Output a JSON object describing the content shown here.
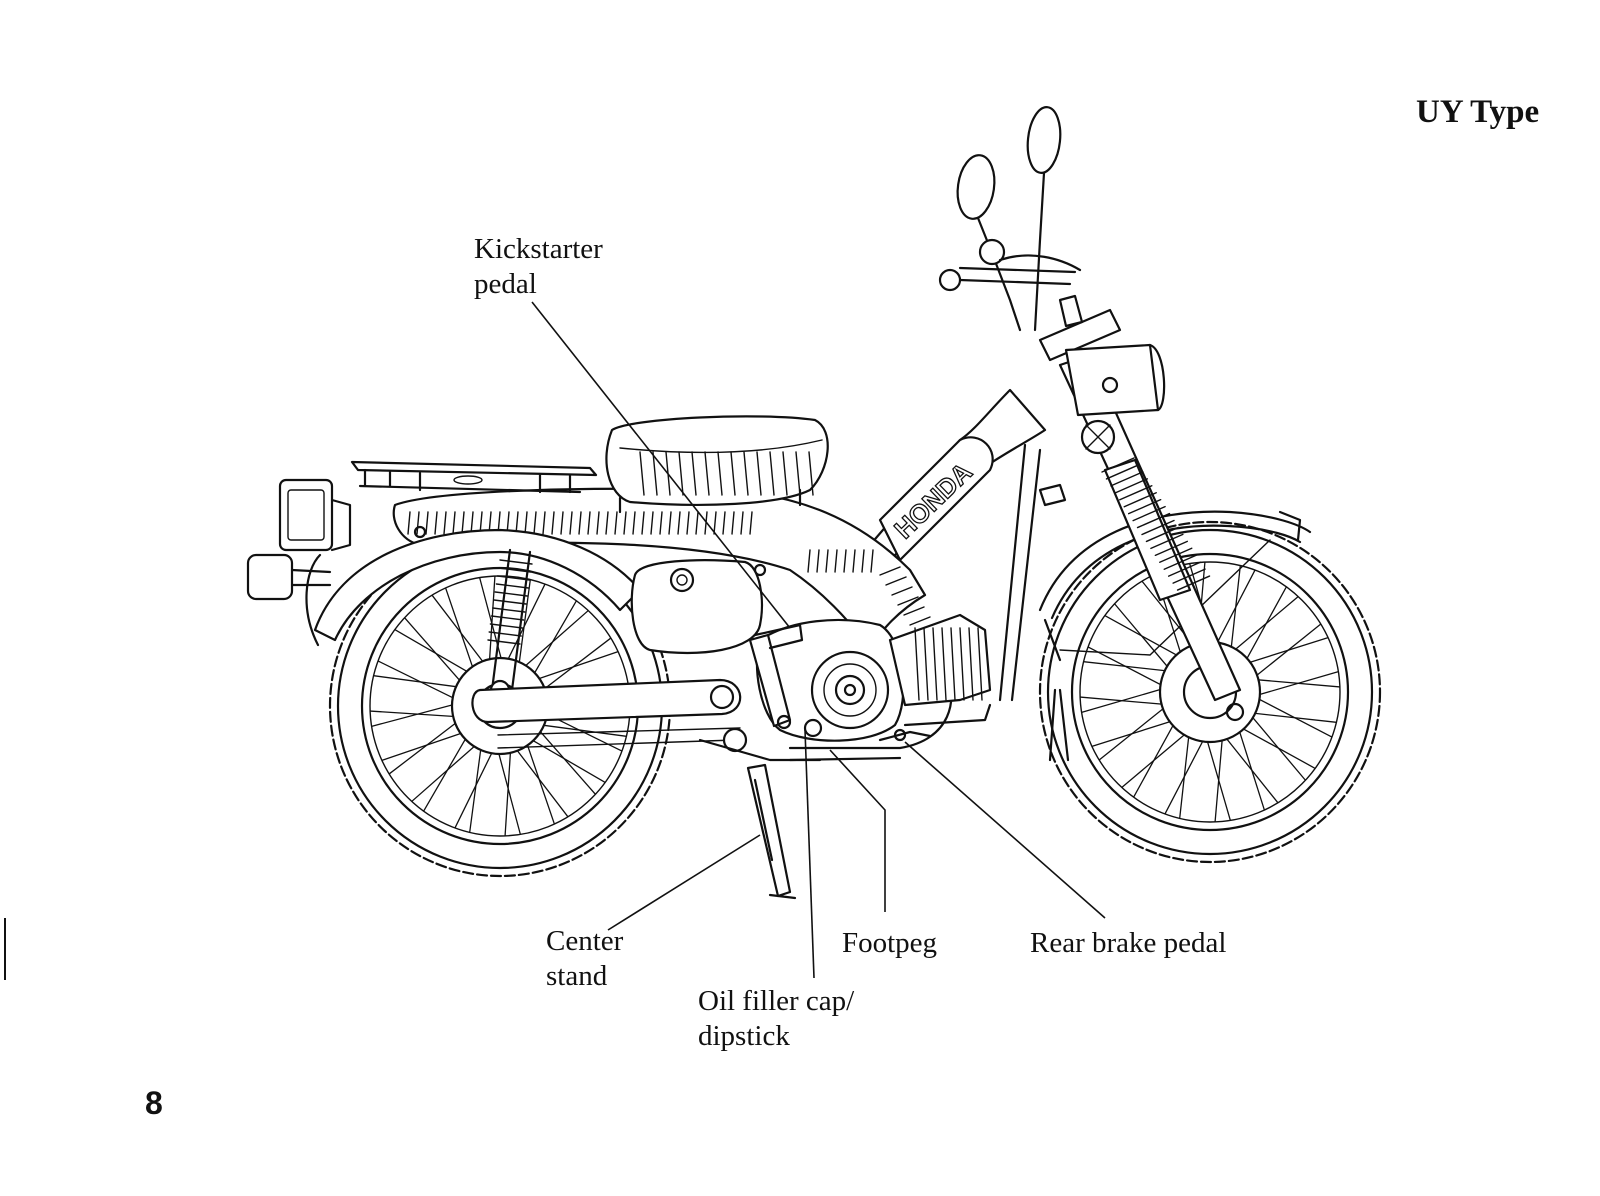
{
  "header": {
    "model_type": "UY Type"
  },
  "footer": {
    "page_number": "8"
  },
  "labels": {
    "kickstarter_pedal": [
      "Kickstarter",
      "pedal"
    ],
    "center_stand": [
      "Center",
      "stand"
    ],
    "oil_filler_cap": [
      "Oil filler cap/",
      "dipstick"
    ],
    "footpeg": "Footpeg",
    "rear_brake_pedal": "Rear brake pedal"
  },
  "illustration": {
    "tank_logo": "HONDA",
    "subject": "motorcycle-line-drawing"
  }
}
